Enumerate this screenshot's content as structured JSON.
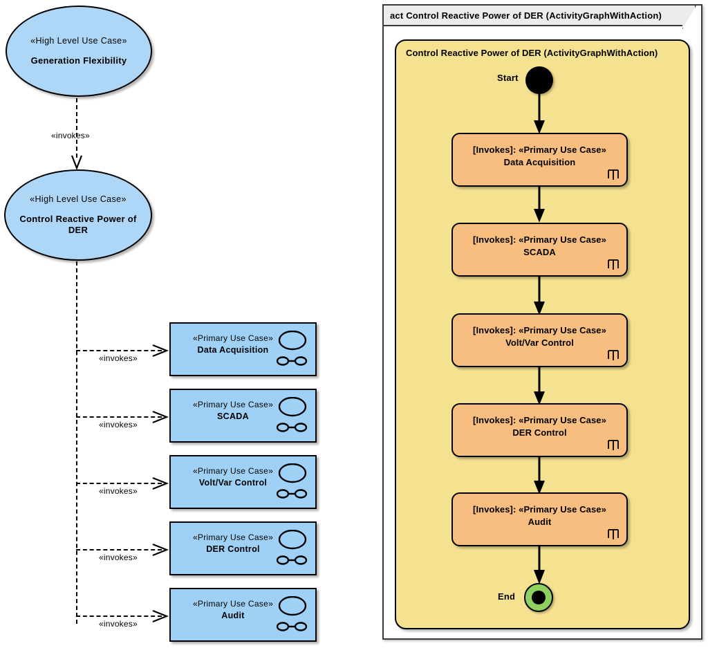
{
  "diagram": {
    "type": "uml-use-case-and-activity",
    "left_panel": {
      "high_level_use_cases": [
        {
          "stereotype": "«High Level Use Case»",
          "name": "Generation Flexibility"
        },
        {
          "stereotype": "«High Level Use Case»",
          "name": "Control Reactive Power of DER"
        }
      ],
      "primary_use_cases": [
        {
          "stereotype": "«Primary Use Case»",
          "name": "Data Acquisition"
        },
        {
          "stereotype": "«Primary Use Case»",
          "name": "SCADA"
        },
        {
          "stereotype": "«Primary Use Case»",
          "name": "Volt/Var Control"
        },
        {
          "stereotype": "«Primary Use Case»",
          "name": "DER Control"
        },
        {
          "stereotype": "«Primary Use Case»",
          "name": "Audit"
        }
      ],
      "dependency_label": "«invokes»",
      "dependency_labels": [
        "«invokes»",
        "«invokes»",
        "«invokes»",
        "«invokes»",
        "«invokes»",
        "«invokes»"
      ]
    },
    "right_panel": {
      "frame_header": "act Control Reactive Power of DER (ActivityGraphWithAction)",
      "activity_title": "Control Reactive Power of DER (ActivityGraphWithAction)",
      "start_label": "Start",
      "end_label": "End",
      "actions": [
        {
          "prefix": "[Invokes]: «Primary Use Case»",
          "name": "Data Acquisition"
        },
        {
          "prefix": "[Invokes]: «Primary Use Case»",
          "name": "SCADA"
        },
        {
          "prefix": "[Invokes]: «Primary Use Case»",
          "name": "Volt/Var Control"
        },
        {
          "prefix": "[Invokes]: «Primary Use Case»",
          "name": "DER Control"
        },
        {
          "prefix": "[Invokes]: «Primary Use Case»",
          "name": "Audit"
        }
      ]
    },
    "colors": {
      "use_case_ellipse_fill": "#aed6f7",
      "use_case_box_fill": "#9fd0f5",
      "activity_region_fill": "#f5e291",
      "action_fill": "#f8be7f",
      "end_node_ring": "#90d060",
      "frame_header_fill": "#ececec",
      "line": "#000000"
    },
    "icons": {
      "use_case_ellipse": "ellipse-icon",
      "collaboration": "collaboration-icon",
      "rake": "rake-icon"
    }
  }
}
